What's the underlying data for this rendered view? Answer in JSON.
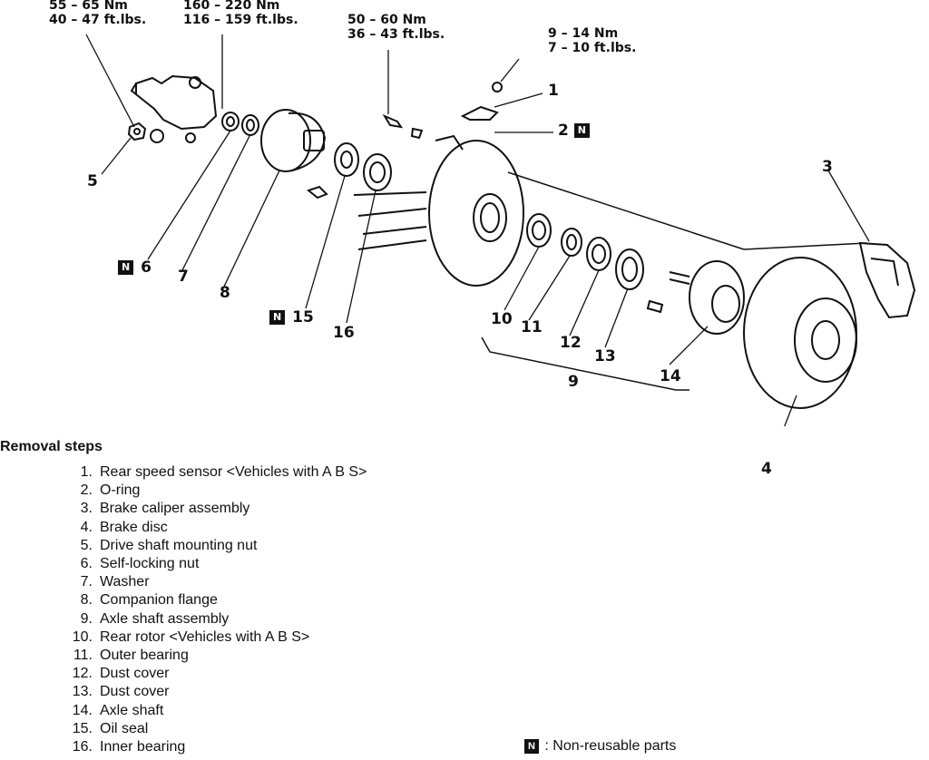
{
  "torque_specs": [
    {
      "nm": "55 – 65 Nm",
      "ftlbs": "40 – 47 ft.lbs."
    },
    {
      "nm": "160 – 220 Nm",
      "ftlbs": "116 – 159 ft.lbs."
    },
    {
      "nm": "50 – 60 Nm",
      "ftlbs": "36 – 43 ft.lbs."
    },
    {
      "nm": "9 – 14 Nm",
      "ftlbs": "7 – 10 ft.lbs."
    }
  ],
  "callouts": [
    "1",
    "2",
    "3",
    "4",
    "5",
    "6",
    "7",
    "8",
    "9",
    "10",
    "11",
    "12",
    "13",
    "14",
    "15",
    "16"
  ],
  "badge_text": "N",
  "removal": {
    "heading": "Removal steps",
    "steps": [
      {
        "num": "1.",
        "text": "Rear speed sensor <Vehicles with A B S>"
      },
      {
        "num": "2.",
        "text": "O-ring"
      },
      {
        "num": "3.",
        "text": "Brake caliper assembly"
      },
      {
        "num": "4.",
        "text": "Brake disc"
      },
      {
        "num": "5.",
        "text": "Drive shaft mounting nut"
      },
      {
        "num": "6.",
        "text": "Self-locking nut"
      },
      {
        "num": "7.",
        "text": "Washer"
      },
      {
        "num": "8.",
        "text": "Companion flange"
      },
      {
        "num": "9.",
        "text": "Axle shaft assembly"
      },
      {
        "num": "10.",
        "text": "Rear rotor <Vehicles with A B S>"
      },
      {
        "num": "11.",
        "text": "Outer bearing"
      },
      {
        "num": "12.",
        "text": "Dust cover"
      },
      {
        "num": "13.",
        "text": "Dust cover"
      },
      {
        "num": "14.",
        "text": "Axle shaft"
      },
      {
        "num": "15.",
        "text": "Oil seal"
      },
      {
        "num": "16.",
        "text": "Inner bearing"
      }
    ]
  },
  "legend": {
    "badge": "N",
    "text": ": Non-reusable  parts"
  }
}
